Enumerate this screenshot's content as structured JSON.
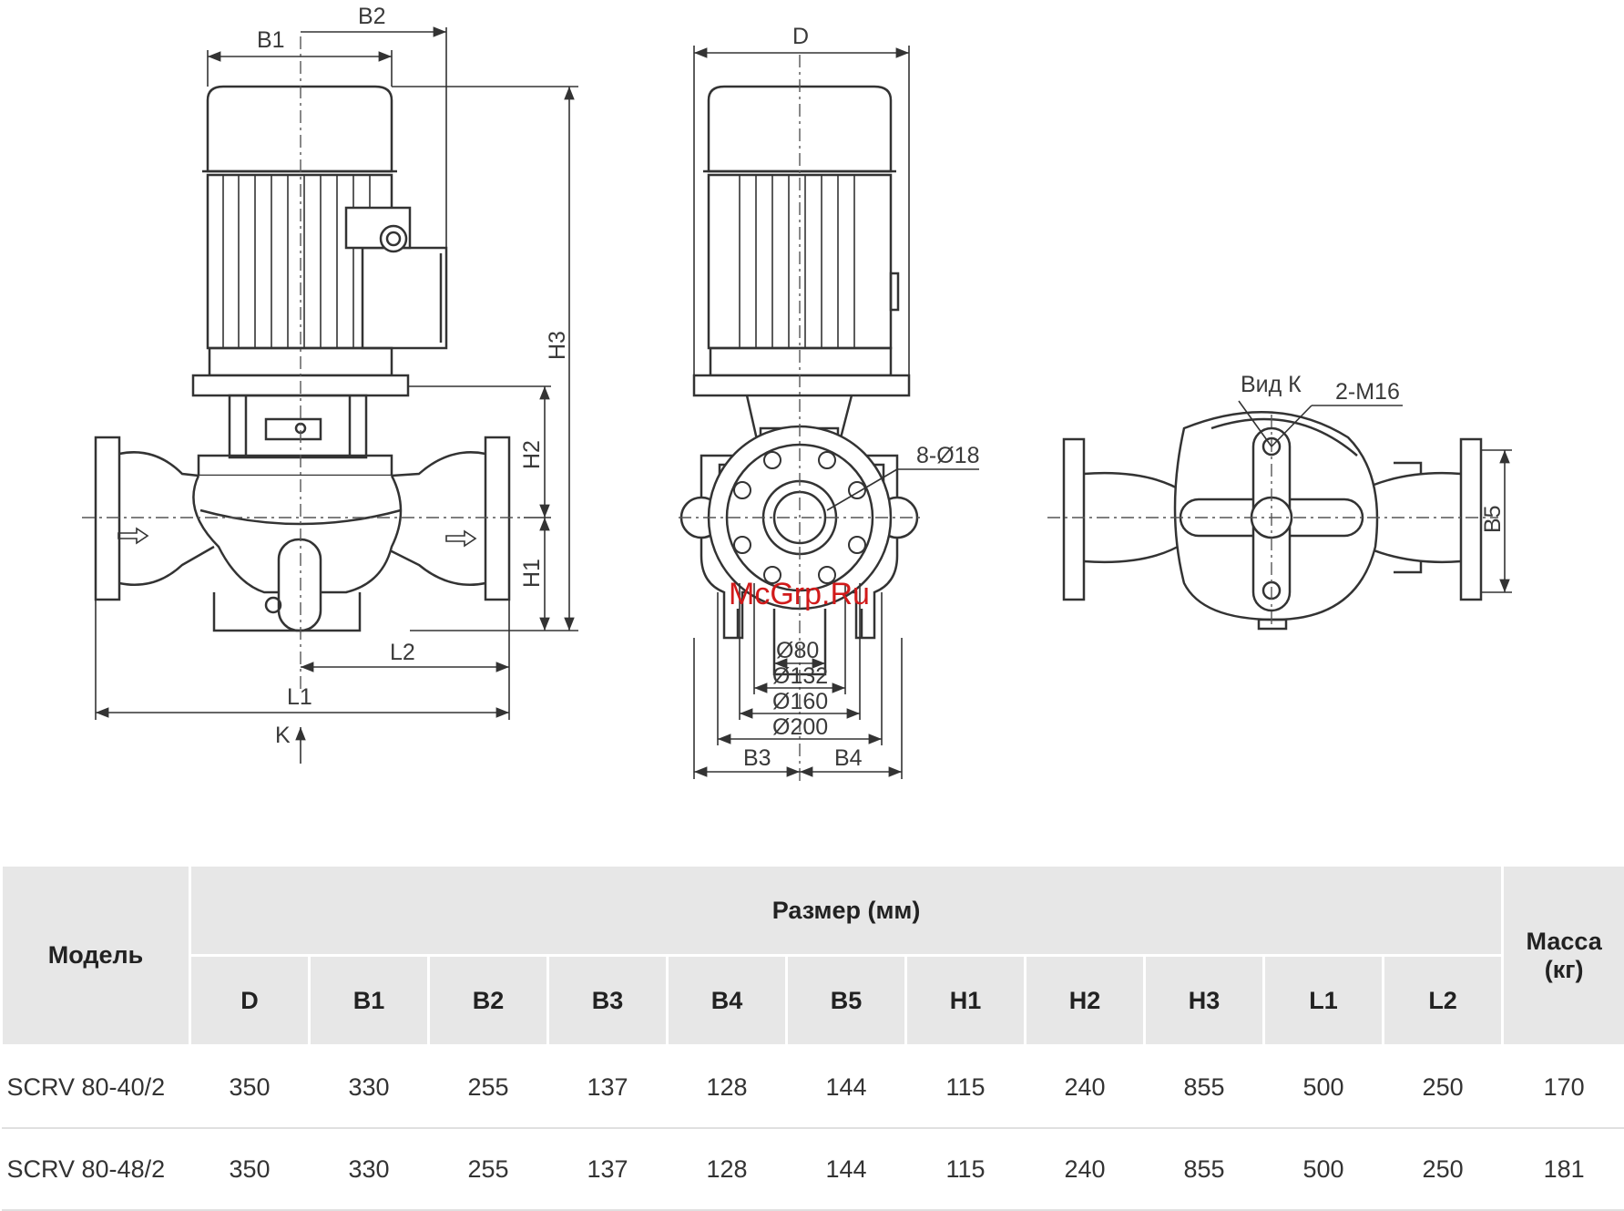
{
  "drawing": {
    "labels": {
      "B1": "B1",
      "B2": "B2",
      "H3": "H3",
      "H2": "H2",
      "H1": "H1",
      "L2": "L2",
      "L1": "L1",
      "K": "K",
      "D": "D",
      "holes": "8-Ø18",
      "d80": "Ø80",
      "d132": "Ø132",
      "d160": "Ø160",
      "d200": "Ø200",
      "B3": "B3",
      "B4": "B4",
      "view_k": "Вид К",
      "m16": "2-M16",
      "B5": "B5"
    },
    "watermark": "McGrp.Ru"
  },
  "table": {
    "model_header": "Модель",
    "size_header": "Размер (мм)",
    "mass_header": "Масса (кг)",
    "columns": [
      "D",
      "B1",
      "B2",
      "B3",
      "B4",
      "B5",
      "H1",
      "H2",
      "H3",
      "L1",
      "L2"
    ],
    "rows": [
      {
        "model": "SCRV 80-40/2",
        "values": [
          "350",
          "330",
          "255",
          "137",
          "128",
          "144",
          "115",
          "240",
          "855",
          "500",
          "250"
        ],
        "mass": "170"
      },
      {
        "model": "SCRV 80-48/2",
        "values": [
          "350",
          "330",
          "255",
          "137",
          "128",
          "144",
          "115",
          "240",
          "855",
          "500",
          "250"
        ],
        "mass": "181"
      }
    ]
  }
}
